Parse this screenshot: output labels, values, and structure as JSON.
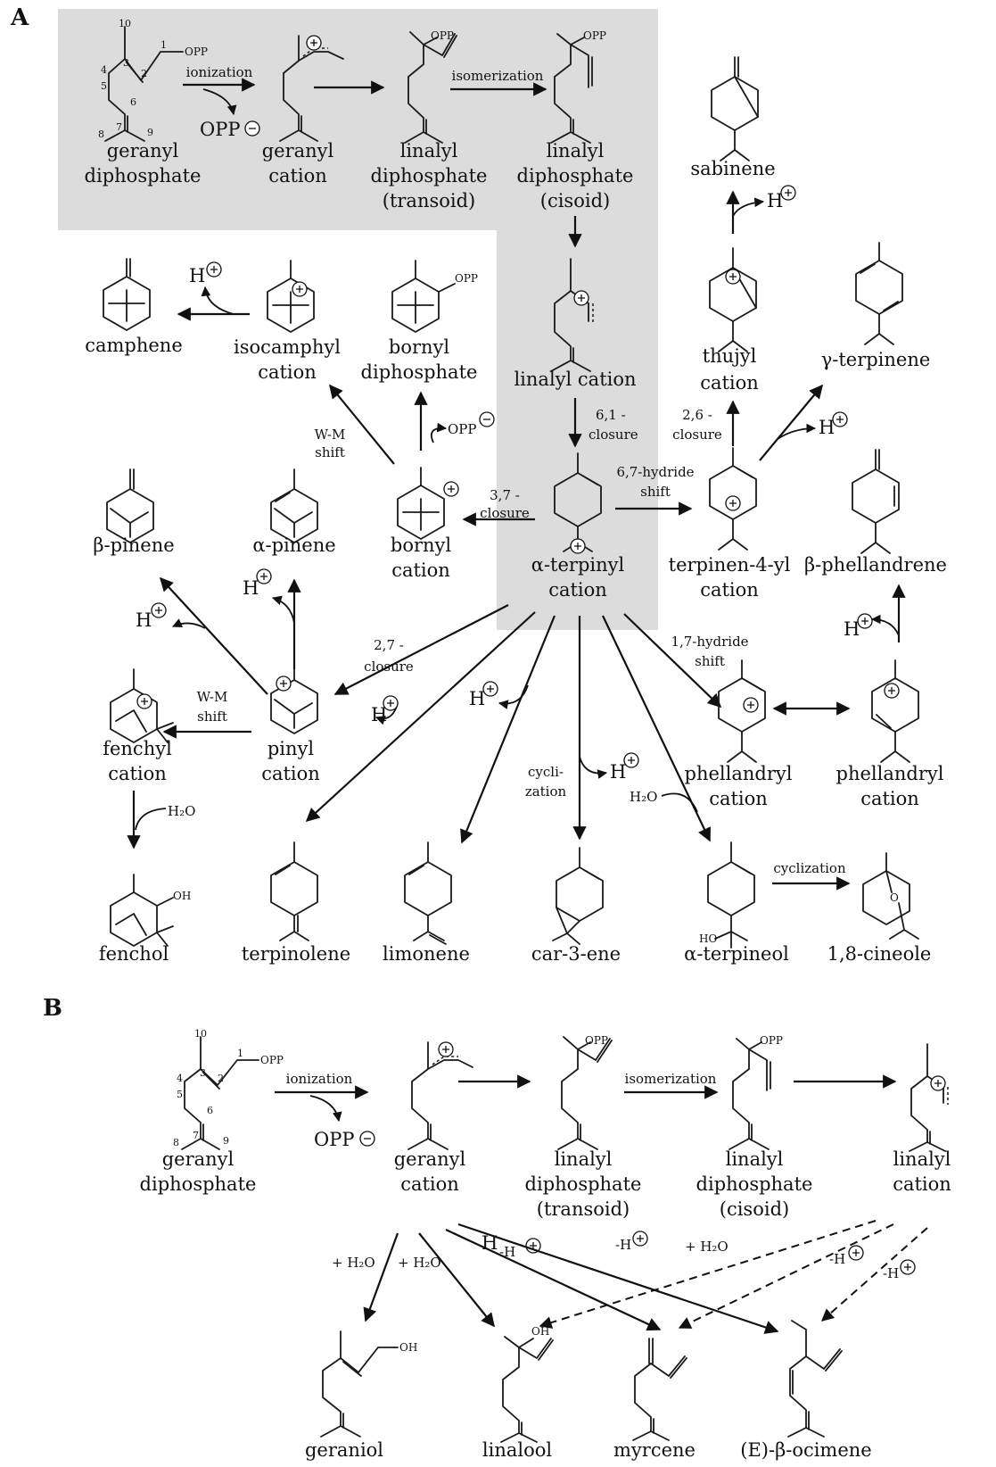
{
  "panels": {
    "a": "A",
    "b": "B"
  },
  "atoms": {
    "opp": "OPP",
    "oh": "OH",
    "ho": "HO",
    "o": "O",
    "h": "H"
  },
  "carbon_numbers": [
    "1",
    "2",
    "3",
    "4",
    "5",
    "6",
    "7",
    "8",
    "9",
    "10"
  ],
  "compounds_a": {
    "geranyl_diphosphate": [
      "geranyl",
      "diphosphate"
    ],
    "geranyl_cation": [
      "geranyl",
      "cation"
    ],
    "linalyl_diphosphate_transoid": [
      "linalyl",
      "diphosphate",
      "(transoid)"
    ],
    "linalyl_diphosphate_cisoid": [
      "linalyl",
      "diphosphate",
      "(cisoid)"
    ],
    "sabinene": "sabinene",
    "camphene": "camphene",
    "isocamphyl_cation": [
      "isocamphyl",
      "cation"
    ],
    "bornyl_diphosphate": [
      "bornyl",
      "diphosphate"
    ],
    "linalyl_cation": "linalyl cation",
    "thujyl_cation": [
      "thujyl",
      "cation"
    ],
    "gamma_terpinene": "γ-terpinene",
    "beta_pinene": "β-pinene",
    "alpha_pinene": "α-pinene",
    "bornyl_cation": [
      "bornyl",
      "cation"
    ],
    "alpha_terpinyl_cation": [
      "α-terpinyl",
      "cation"
    ],
    "terpinen_4_yl_cation": [
      "terpinen-4-yl",
      "cation"
    ],
    "beta_phellandrene": "β-phellandrene",
    "fenchyl_cation": [
      "fenchyl",
      "cation"
    ],
    "pinyl_cation": [
      "pinyl",
      "cation"
    ],
    "phellandryl_cation_1": [
      "phellandryl",
      "cation"
    ],
    "phellandryl_cation_2": [
      "phellandryl",
      "cation"
    ],
    "fenchol": "fenchol",
    "terpinolene": "terpinolene",
    "limonene": "limonene",
    "car_3_ene": "car-3-ene",
    "alpha_terpineol": "α-terpineol",
    "cineole": "1,8-cineole"
  },
  "steps_a": {
    "ionization": "ionization",
    "opp_leaving": "OPP",
    "isomerization": "isomerization",
    "closure_61": [
      "6,1 -",
      "closure"
    ],
    "closure_26": [
      "2,6 -",
      "closure"
    ],
    "closure_37": [
      "3,7 -",
      "closure"
    ],
    "hydride_67": [
      "6,7-hydride",
      "shift"
    ],
    "wm_shift_1": [
      "W-M",
      "shift"
    ],
    "wm_shift_2": [
      "W-M",
      "shift"
    ],
    "closure_27": [
      "2,7 -",
      "closure"
    ],
    "hydride_17": [
      "1,7-hydride",
      "shift"
    ],
    "cyclization_1": [
      "cycli-",
      "zation"
    ],
    "cyclization_2": "cyclization",
    "water": "H₂O"
  },
  "compounds_b": {
    "geranyl_diphosphate": [
      "geranyl",
      "diphosphate"
    ],
    "geranyl_cation": [
      "geranyl",
      "cation"
    ],
    "linalyl_diphosphate_transoid": [
      "linalyl",
      "diphosphate",
      "(transoid)"
    ],
    "linalyl_diphosphate_cisoid": [
      "linalyl",
      "diphosphate",
      "(cisoid)"
    ],
    "linalyl_cation": [
      "linalyl",
      "cation"
    ],
    "geraniol": "geraniol",
    "linalool": "linalool",
    "myrcene": "myrcene",
    "e_beta_ocimene": "(E)-β-ocimene"
  },
  "steps_b": {
    "ionization": "ionization",
    "opp_leaving": "OPP",
    "isomerization": "isomerization",
    "plus_water": "+ H₂O",
    "minus_h": "-H"
  }
}
